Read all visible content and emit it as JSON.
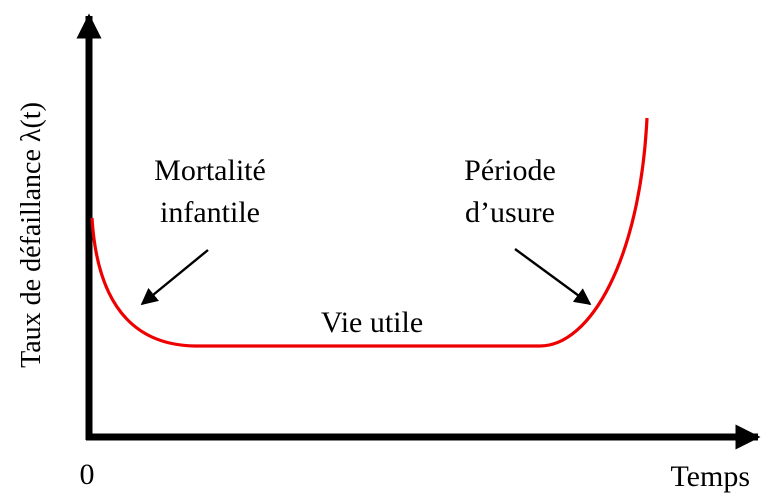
{
  "diagram": {
    "y_axis_label": "Taux de défaillance λ(t)",
    "x_axis_label": "Temps",
    "origin_label": "0",
    "phases": {
      "infant": [
        "Mortalité",
        "infantile"
      ],
      "useful": "Vie utile",
      "wearout": [
        "Période",
        "d’usure"
      ]
    },
    "curve_color": "#ee0000",
    "axis_color": "#000000"
  }
}
